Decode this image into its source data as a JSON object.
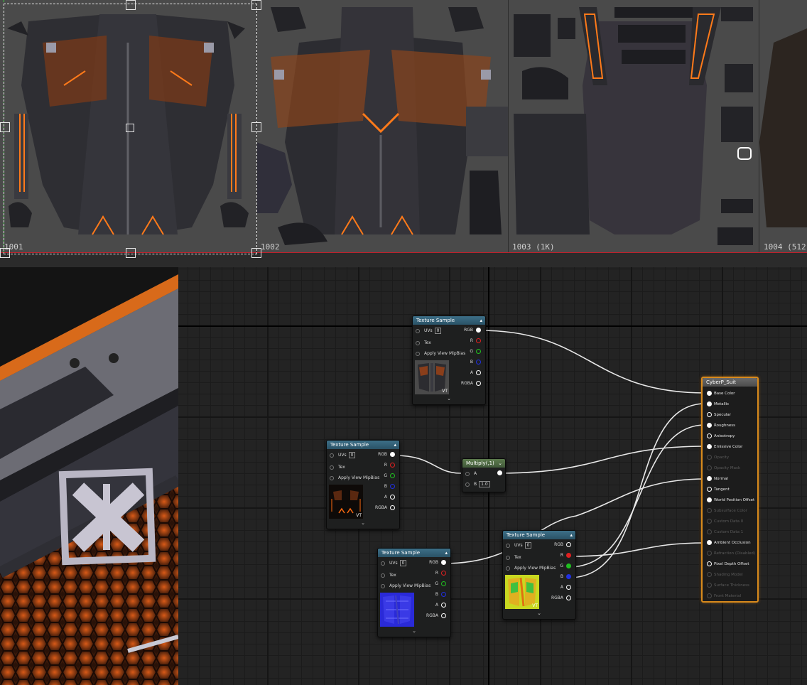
{
  "uv_editor": {
    "tiles": [
      {
        "id": "tile-1001",
        "label": "1001"
      },
      {
        "id": "tile-1002",
        "label": "1002"
      },
      {
        "id": "tile-1003",
        "label": "1003  (1K)"
      },
      {
        "id": "tile-1004",
        "label": "1004  (512"
      }
    ]
  },
  "graph": {
    "texture_samples": [
      {
        "header": "Texture Sample",
        "uvs_label": "UVs",
        "uvs_value": "0",
        "tex_label": "Tex",
        "mip_label": "Apply View MipBias",
        "outputs": [
          "RGB",
          "R",
          "G",
          "B",
          "A",
          "RGBA"
        ],
        "badge": "VT",
        "thumb": "base-color",
        "expand": "⌄"
      },
      {
        "header": "Texture Sample",
        "uvs_label": "UVs",
        "uvs_value": "0",
        "tex_label": "Tex",
        "mip_label": "Apply View MipBias",
        "outputs": [
          "RGB",
          "R",
          "G",
          "B",
          "A",
          "RGBA"
        ],
        "badge": "VT",
        "thumb": "emissive",
        "expand": "⌄"
      },
      {
        "header": "Texture Sample",
        "uvs_label": "UVs",
        "uvs_value": "0",
        "tex_label": "Tex",
        "mip_label": "Apply View MipBias",
        "outputs": [
          "RGB",
          "R",
          "G",
          "B",
          "A",
          "RGBA"
        ],
        "badge": "",
        "thumb": "normal",
        "expand": "⌄"
      },
      {
        "header": "Texture Sample",
        "uvs_label": "UVs",
        "uvs_value": "0",
        "tex_label": "Tex",
        "mip_label": "Apply View MipBias",
        "outputs": [
          "RGB",
          "R",
          "G",
          "B",
          "A",
          "RGBA"
        ],
        "badge": "VT",
        "thumb": "orm",
        "expand": "⌄"
      }
    ],
    "multiply": {
      "header": "Multiply(,1)",
      "input_a": "A",
      "input_b": "B",
      "b_value": "1.0"
    },
    "material": {
      "header": "CyberP_Suit",
      "pins": [
        {
          "label": "Base Color",
          "active": true
        },
        {
          "label": "Metallic",
          "active": true
        },
        {
          "label": "Specular",
          "active": true
        },
        {
          "label": "Roughness",
          "active": true
        },
        {
          "label": "Anisotropy",
          "active": true
        },
        {
          "label": "Emissive Color",
          "active": true
        },
        {
          "label": "Opacity",
          "active": false
        },
        {
          "label": "Opacity Mask",
          "active": false
        },
        {
          "label": "Normal",
          "active": true
        },
        {
          "label": "Tangent",
          "active": true
        },
        {
          "label": "World Position Offset",
          "active": true
        },
        {
          "label": "Subsurface Color",
          "active": false
        },
        {
          "label": "Custom Data 0",
          "active": false
        },
        {
          "label": "Custom Data 1",
          "active": false
        },
        {
          "label": "Ambient Occlusion",
          "active": true
        },
        {
          "label": "Refraction (Disabled)",
          "active": false
        },
        {
          "label": "Pixel Depth Offset",
          "active": true
        },
        {
          "label": "Shading Model",
          "active": false
        },
        {
          "label": "Surface Thickness",
          "active": false
        },
        {
          "label": "Front Material",
          "active": false
        }
      ]
    }
  }
}
